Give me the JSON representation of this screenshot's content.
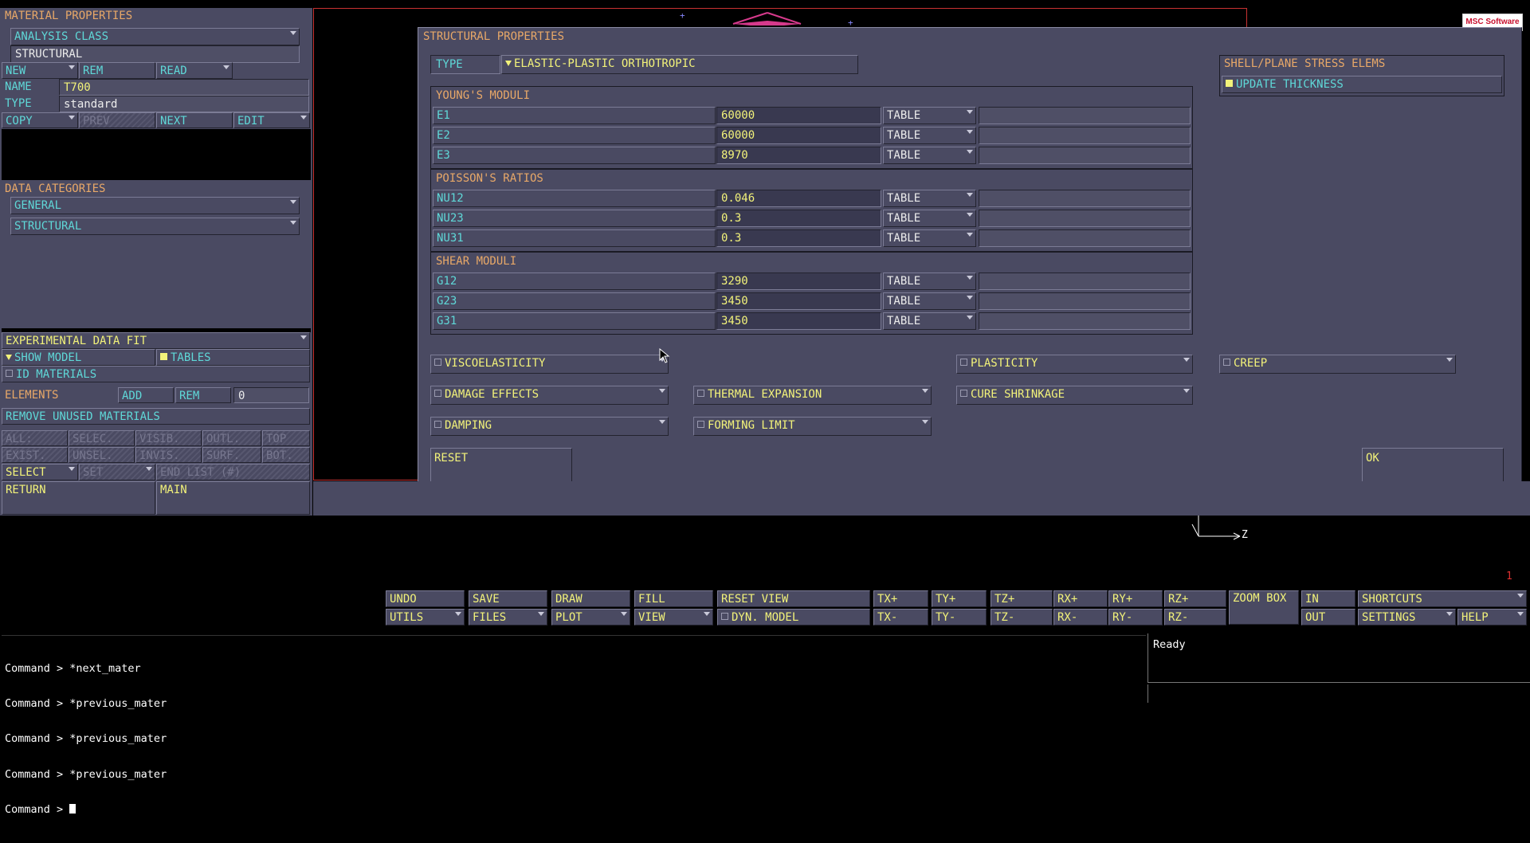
{
  "left": {
    "material_properties_title": "MATERIAL PROPERTIES",
    "analysis_class_btn": "ANALYSIS CLASS",
    "analysis_class_value": "STRUCTURAL",
    "new": "NEW",
    "rem": "REM",
    "read": "READ",
    "name_label": "NAME",
    "name_value": "T700",
    "type_label": "TYPE",
    "type_value": "standard",
    "copy": "COPY",
    "prev": "PREV",
    "next": "NEXT",
    "edit": "EDIT",
    "data_categories_title": "DATA CATEGORIES",
    "general": "GENERAL",
    "structural": "STRUCTURAL",
    "experimental_fit": "EXPERIMENTAL DATA FIT",
    "show_model": "SHOW MODEL",
    "tables": "TABLES",
    "id_materials": "ID MATERIALS",
    "elements_label": "ELEMENTS",
    "elements_add": "ADD",
    "elements_rem": "REM",
    "elements_count": "0",
    "remove_unused": "REMOVE UNUSED MATERIALS",
    "sel_row1": [
      "ALL:",
      "SELEC.",
      "VISIB.",
      "OUTL.",
      "TOP"
    ],
    "sel_row2": [
      "EXIST.",
      "UNSEL.",
      "INVIS.",
      "SURF.",
      "BOT."
    ],
    "select": "SELECT",
    "set": "SET",
    "end_list": "END LIST (#)",
    "return": "RETURN",
    "main": "MAIN"
  },
  "dialog": {
    "title": "STRUCTURAL PROPERTIES",
    "type_label": "TYPE",
    "type_value": "ELASTIC-PLASTIC ORTHOTROPIC",
    "shell_title": "SHELL/PLANE STRESS ELEMS",
    "update_thickness": "UPDATE THICKNESS",
    "groups": [
      {
        "title": "YOUNG'S MODULI",
        "rows": [
          {
            "name": "E1",
            "value": "60000",
            "table": "TABLE"
          },
          {
            "name": "E2",
            "value": "60000",
            "table": "TABLE"
          },
          {
            "name": "E3",
            "value": "8970",
            "table": "TABLE"
          }
        ]
      },
      {
        "title": "POISSON'S RATIOS",
        "rows": [
          {
            "name": "NU12",
            "value": "0.046",
            "table": "TABLE"
          },
          {
            "name": "NU23",
            "value": "0.3",
            "table": "TABLE"
          },
          {
            "name": "NU31",
            "value": "0.3",
            "table": "TABLE"
          }
        ]
      },
      {
        "title": "SHEAR MODULI",
        "rows": [
          {
            "name": "G12",
            "value": "3290",
            "table": "TABLE"
          },
          {
            "name": "G23",
            "value": "3450",
            "table": "TABLE"
          },
          {
            "name": "G31",
            "value": "3450",
            "table": "TABLE"
          }
        ]
      }
    ],
    "viscoelasticity": "VISCOELASTICITY",
    "plasticity": "PLASTICITY",
    "creep": "CREEP",
    "damage_effects": "DAMAGE EFFECTS",
    "thermal_expansion": "THERMAL EXPANSION",
    "cure_shrinkage": "CURE SHRINKAGE",
    "damping": "DAMPING",
    "forming_limit": "FORMING LIMIT",
    "reset": "RESET",
    "ok": "OK"
  },
  "viewport": {
    "axis_z": "Z",
    "window_number": "1",
    "logo": "MSC Software"
  },
  "toolbar": {
    "row1": [
      "UNDO",
      "SAVE",
      "DRAW",
      "FILL",
      "RESET VIEW",
      "TX+",
      "TY+",
      "TZ+",
      "RX+",
      "RY+",
      "RZ+",
      "IN",
      "SHORTCUTS"
    ],
    "row2": [
      "UTILS",
      "FILES",
      "PLOT",
      "VIEW",
      "DYN. MODEL",
      "TX-",
      "TY-",
      "TZ-",
      "RX-",
      "RY-",
      "RZ-",
      "OUT",
      "SETTINGS",
      "HELP"
    ],
    "zoom_box": "ZOOM BOX"
  },
  "console": {
    "lines": [
      "Command > *next_mater",
      "Command > *previous_mater",
      "Command > *previous_mater",
      "Command > *previous_mater"
    ],
    "prompt": "Command > ",
    "status": "Ready"
  }
}
